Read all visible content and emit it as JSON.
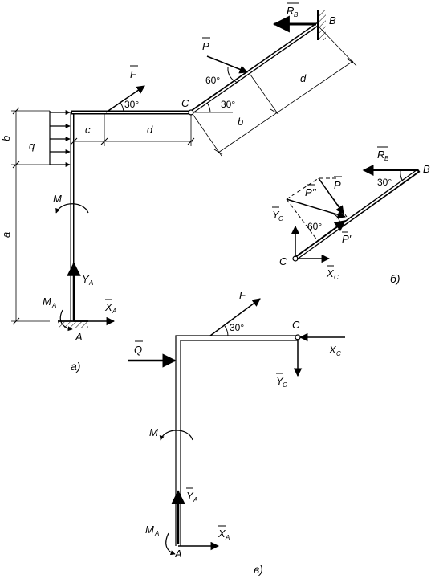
{
  "labels": {
    "R": "R",
    "B_sub": "B",
    "B": "B",
    "P": "P",
    "F": "F",
    "C": "C",
    "A": "A",
    "Q": "Q",
    "M": "M",
    "q": "q",
    "a": "a",
    "b": "b",
    "c": "c",
    "d": "d",
    "Y": "Y",
    "X": "X",
    "A_sub": "A",
    "C_sub": "C",
    "P_prime": "P'",
    "P_dprime": "P''"
  },
  "angles": {
    "a30": "30°",
    "a60": "60°"
  },
  "captions": {
    "a": "а)",
    "b": "б)",
    "v": "в)"
  }
}
